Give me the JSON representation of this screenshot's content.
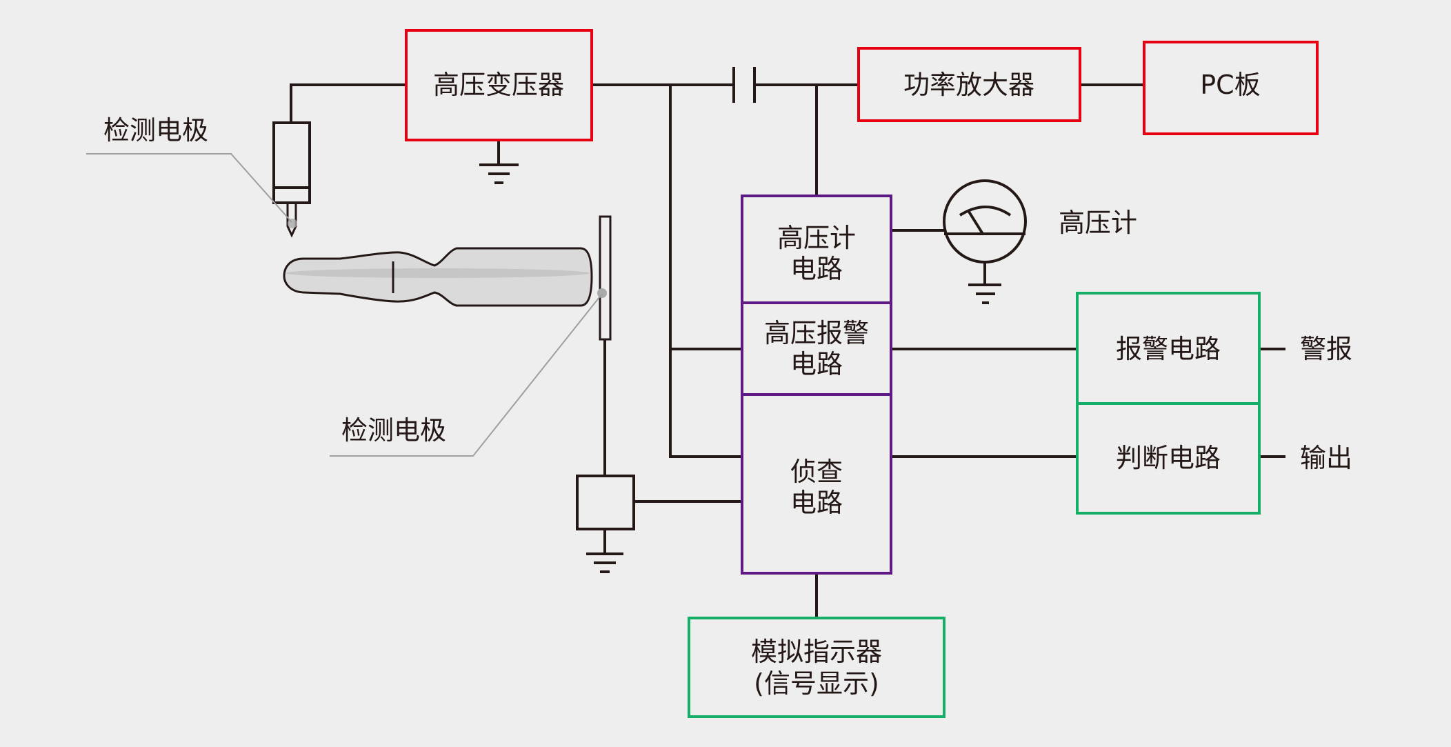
{
  "diagram": {
    "blocks": {
      "hv_transformer": "高压变压器",
      "power_amplifier": "功率放大器",
      "pc_board": "PC板",
      "hv_meter_circuit": [
        "高压计",
        "电路"
      ],
      "hv_alarm_circuit": [
        "高压报警",
        "电路"
      ],
      "detection_circuit": [
        "侦查",
        "电路"
      ],
      "alarm_circuit": "报警电路",
      "judgment_circuit": "判断电路",
      "analog_indicator": [
        "模拟指示器",
        "(信号显示)"
      ]
    },
    "labels": {
      "electrode_top": "检测电极",
      "electrode_bottom": "检测电极",
      "hv_meter": "高压计",
      "alarm_output": "警报",
      "signal_output": "输出"
    },
    "colors": {
      "power_blocks": "#e60012",
      "processing_blocks": "#5f1985",
      "output_blocks": "#15ae67",
      "wires": "#231815",
      "background": "#eeeeee"
    }
  }
}
